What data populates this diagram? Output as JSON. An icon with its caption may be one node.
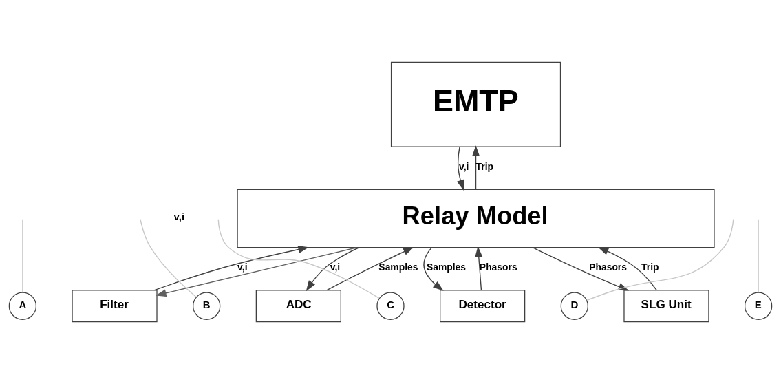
{
  "diagram": {
    "nodes": [
      {
        "text": [
          "EMTP"
        ]
      },
      {
        "text": [
          "Relay Model"
        ]
      },
      {
        "text": [
          "Filter"
        ]
      },
      {
        "text": [
          "ADC"
        ]
      },
      {
        "text": [
          "Detector"
        ]
      },
      {
        "text": [
          "SLG Unit"
        ]
      },
      {
        "text": [
          "A"
        ]
      },
      {
        "text": [
          "B"
        ]
      },
      {
        "text": [
          "C"
        ]
      },
      {
        "text": [
          "D"
        ]
      },
      {
        "text": [
          "E"
        ]
      }
    ],
    "edges": [
      {
        "from": 0,
        "to": 1,
        "arrow": "to",
        "label": "v,i"
      },
      {
        "from": 1,
        "to": 0,
        "arrow": "to",
        "label": "Trip"
      },
      {
        "from": 1,
        "to": 2,
        "arrow": "to",
        "color": "#606060"
      },
      {
        "from": 2,
        "to": 1,
        "arrow": "to",
        "label": "v,i"
      },
      {
        "from": 1,
        "to": 3,
        "arrow": "to",
        "label": "v,i"
      },
      {
        "from": 3,
        "to": 1,
        "arrow": "to",
        "label": "Samples"
      },
      {
        "from": 1,
        "to": 4,
        "arrow": "to",
        "label": "Samples"
      },
      {
        "from": 4,
        "to": 1,
        "arrow": "to",
        "label": "Phasors"
      },
      {
        "from": 1,
        "to": 5,
        "arrow": "to",
        "label": "Phasors"
      },
      {
        "from": 5,
        "to": 1,
        "arrow": "to",
        "label": "Trip"
      },
      {
        "from": 6,
        "to": null,
        "arrow": "none",
        "color": "#c8c8c8"
      },
      {
        "from": 7,
        "to": null,
        "arrow": "none",
        "color": "#c8c8c8"
      },
      {
        "from": 8,
        "to": null,
        "arrow": "none",
        "color": "#c8c8c8"
      },
      {
        "from": 9,
        "to": null,
        "arrow": "none",
        "color": "#c8c8c8"
      },
      {
        "from": 10,
        "to": null,
        "arrow": "none",
        "color": "#c8c8c8"
      }
    ],
    "labels": [
      "v,i"
    ]
  }
}
